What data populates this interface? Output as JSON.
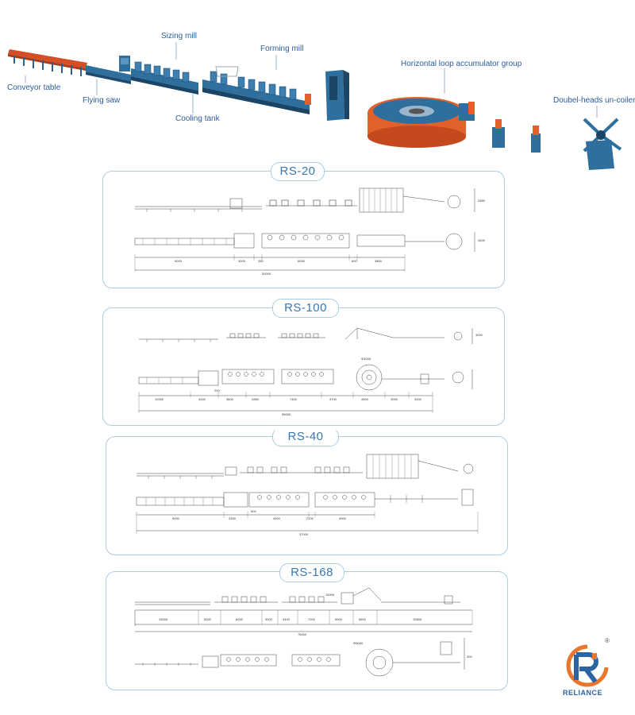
{
  "callouts": {
    "conveyor_table": "Conveyor table",
    "flying_saw": "Flying saw",
    "sizing_mill": "Sizing mill",
    "cooling_tank": "Cooling tank",
    "forming_mill": "Forming mill",
    "accumulator": "Horizontal loop accumulator group",
    "uncoiler": "Doubel-heads un-coiler"
  },
  "panels": [
    {
      "title": "RS-20",
      "dims": [
        "9000",
        "3000",
        "350",
        "8250",
        "600",
        "3800"
      ],
      "total": "30000",
      "side_dims": [
        "2850",
        "2600"
      ]
    },
    {
      "title": "RS-100",
      "dims": [
        "12000",
        "4000",
        "3600",
        "2850",
        "7400",
        "3700",
        "4500",
        "3000",
        "3000"
      ],
      "total": "55000",
      "side_dims": [
        "3000"
      ],
      "coil": "Φ4000",
      "small": "200"
    },
    {
      "title": "RS-40",
      "dims": [
        "9000",
        "3350",
        "4000",
        "2100",
        "4000"
      ],
      "total": "37000",
      "small": "500"
    },
    {
      "title": "RS-168",
      "dims": [
        "15000",
        "5000",
        "6000",
        "3000",
        "3400",
        "7200",
        "5900",
        "5600",
        "15600"
      ],
      "total": "76000",
      "side_dims": [
        "15000"
      ],
      "coil": "Φ8000",
      "small": "300"
    }
  ],
  "logo": {
    "brand": "RELIANCE",
    "mark": "®"
  },
  "colors": {
    "accent": "#3a78b0",
    "machine_blue": "#2f6f9e",
    "orange": "#e2612b",
    "panel_border": "#a9cde6"
  }
}
